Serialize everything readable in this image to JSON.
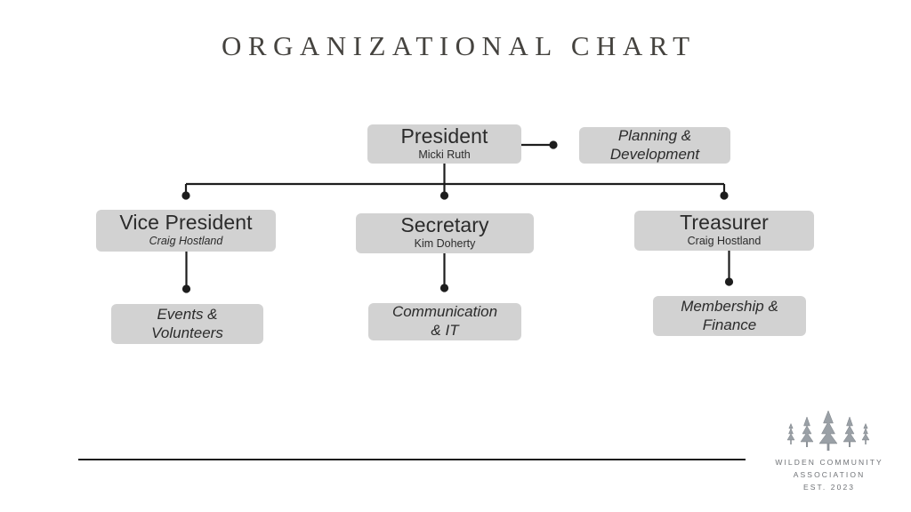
{
  "page": {
    "title": "ORGANIZATIONAL CHART",
    "background_color": "#ffffff",
    "box_color": "#d2d2d2",
    "line_color": "#1d1d1d",
    "title_color": "#45433f"
  },
  "chart_data": {
    "type": "diagram",
    "title": "ORGANIZATIONAL CHART",
    "nodes": [
      {
        "id": "president",
        "role": "President",
        "person": "Micki Ruth",
        "person_italic": false,
        "level": 0
      },
      {
        "id": "planning",
        "dept": "Planning &\nDevelopment",
        "level": 0
      },
      {
        "id": "vice-president",
        "role": "Vice President",
        "person": "Craig Hostland",
        "person_italic": true,
        "level": 1
      },
      {
        "id": "secretary",
        "role": "Secretary",
        "person": "Kim Doherty",
        "person_italic": false,
        "level": 1
      },
      {
        "id": "treasurer",
        "role": "Treasurer",
        "person": "Craig Hostland",
        "person_italic": false,
        "level": 1
      },
      {
        "id": "events",
        "dept": "Events &\nVolunteers",
        "level": 2
      },
      {
        "id": "communication",
        "dept": "Communication\n& IT",
        "level": 2
      },
      {
        "id": "membership",
        "dept": "Membership &\nFinance",
        "level": 2
      }
    ],
    "edges": [
      {
        "from": "president",
        "to": "planning"
      },
      {
        "from": "president",
        "to": "vice-president"
      },
      {
        "from": "president",
        "to": "secretary"
      },
      {
        "from": "president",
        "to": "treasurer"
      },
      {
        "from": "vice-president",
        "to": "events"
      },
      {
        "from": "secretary",
        "to": "communication"
      },
      {
        "from": "treasurer",
        "to": "membership"
      }
    ]
  },
  "logo": {
    "mark": "pine-trees-icon",
    "line1": "WILDEN COMMUNITY",
    "line2": "ASSOCIATION",
    "line3": "EST. 2023"
  }
}
